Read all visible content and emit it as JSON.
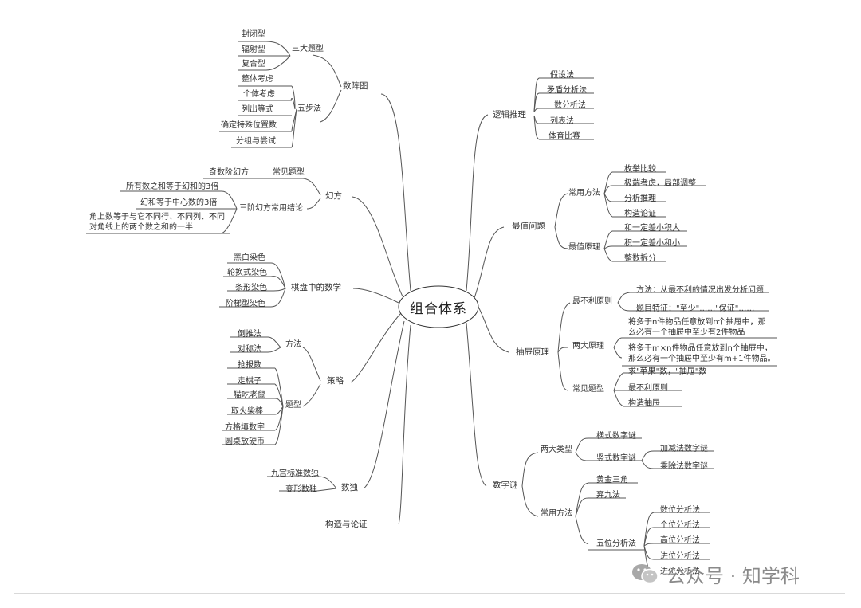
{
  "root": {
    "title": "组合体系"
  },
  "left": {
    "shuzhentu": {
      "label": "数阵图",
      "santi": {
        "label": "三大题型",
        "items": [
          "封闭型",
          "辐射型",
          "复合型"
        ]
      },
      "wubu": {
        "label": "五步法",
        "items": [
          "整体考虑",
          "个体考虑",
          "列出等式",
          "确定特殊位置数",
          "分组与尝试"
        ]
      }
    },
    "huanfang": {
      "label": "幻方",
      "changjian": {
        "label": "常见题型",
        "items": [
          "奇数阶幻方"
        ]
      },
      "jielun": {
        "label": "三阶幻方常用结论",
        "items": [
          "所有数之和等于幻和的3倍",
          "幻和等于中心数的3倍",
          "角上数等于与它不同行、不同列、不同对角线上的两个数之和的一半"
        ]
      }
    },
    "qipan": {
      "label": "棋盘中的数学",
      "items": [
        "黑白染色",
        "轮换式染色",
        "条形染色",
        "阶梯型染色"
      ]
    },
    "celue": {
      "label": "策略",
      "fangfa": {
        "label": "方法",
        "items": [
          "倒推法",
          "对称法"
        ]
      },
      "tixing": {
        "label": "题型",
        "items": [
          "抢报数",
          "走棋子",
          "猫吃老鼠",
          "取火柴棒",
          "方格填数字",
          "圆桌放硬币"
        ]
      }
    },
    "shudu": {
      "label": "数独",
      "items": [
        "九宫标准数独",
        "变形数独"
      ]
    },
    "gouzao": {
      "label": "构造与论证"
    }
  },
  "right": {
    "luoji": {
      "label": "逻辑推理",
      "items": [
        "假设法",
        "矛盾分析法",
        "数分析法",
        "列表法",
        "体育比赛"
      ]
    },
    "zuizhi": {
      "label": "最值问题",
      "changyong": {
        "label": "常用方法",
        "items": [
          "枚举比较",
          "极端考虑，局部调整",
          "分析推理",
          "构造论证"
        ]
      },
      "yuanli": {
        "label": "最值原理",
        "items": [
          "和一定差小积大",
          "积一定差小和小",
          "整数拆分"
        ]
      }
    },
    "chouti": {
      "label": "抽屉原理",
      "buli": {
        "label": "最不利原则",
        "items": [
          "方法：从最不利的情况出发分析问题",
          "题目特征：\"至少\"……\"保证\"……"
        ]
      },
      "liangda": {
        "label": "两大原理",
        "items": [
          "将多于n件物品任意放到n个抽屉中，那么必有一个抽屉中至少有2件物品",
          "将多于m×n件物品任意放到n个抽屉中，那么必有一个抽屉中至少有m+1件物品。"
        ]
      },
      "changjian": {
        "label": "常见题型",
        "items": [
          "求\"苹果\"数，\"抽屉\"数",
          "最不利原则",
          "构造抽屉"
        ]
      }
    },
    "shuzilian": {
      "label": "数字谜",
      "leixing": {
        "label": "两大类型",
        "heng": "横式数字谜",
        "shu": "竖式数字谜",
        "shu_items": [
          "加减法数字谜",
          "乘除法数字谜"
        ]
      },
      "fangfa": {
        "label": "常用方法",
        "huangjin": "黄金三角",
        "qijiu": "弃九法",
        "wuwei": {
          "label": "五位分析法",
          "items": [
            "数位分析法",
            "个位分析法",
            "高位分析法",
            "进位分析法",
            "进位分析法"
          ]
        }
      }
    }
  },
  "watermark": {
    "text": "公众号 · 知学科"
  }
}
